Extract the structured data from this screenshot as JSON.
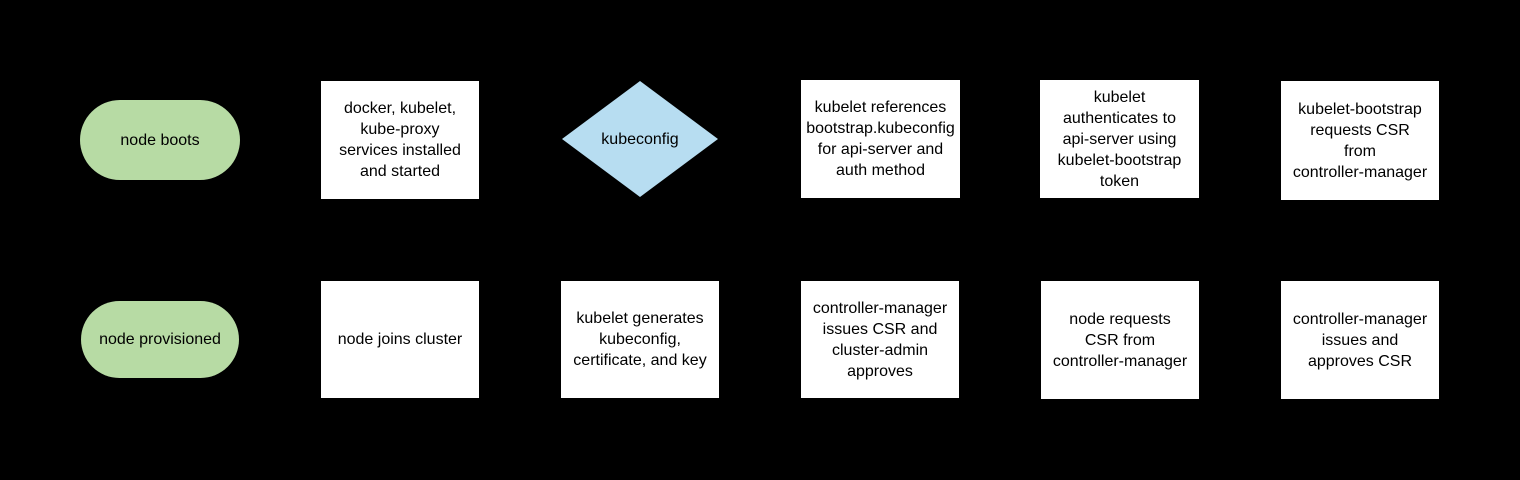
{
  "diagram": {
    "type": "flowchart",
    "colors": {
      "background": "#000000",
      "process_fill": "#ffffff",
      "terminator_fill": "#b7dba4",
      "decision_fill": "#b7ddf1",
      "text": "#000000"
    },
    "rows": [
      {
        "nodes": [
          {
            "shape": "terminator",
            "label": "node boots"
          },
          {
            "shape": "process",
            "label": "docker, kubelet,\nkube-proxy\nservices installed\nand started"
          },
          {
            "shape": "decision",
            "label": "kubeconfig"
          },
          {
            "shape": "process",
            "label": "kubelet references\nbootstrap.kubeconfig\nfor api-server and\nauth method"
          },
          {
            "shape": "process",
            "label": "kubelet\nauthenticates to\napi-server using\nkubelet-bootstrap\ntoken"
          },
          {
            "shape": "process",
            "label": "kubelet-bootstrap\nrequests CSR\nfrom\ncontroller-manager"
          }
        ]
      },
      {
        "nodes": [
          {
            "shape": "terminator",
            "label": "node provisioned"
          },
          {
            "shape": "process",
            "label": "node joins cluster"
          },
          {
            "shape": "process",
            "label": "kubelet generates\nkubeconfig,\ncertificate, and key"
          },
          {
            "shape": "process",
            "label": "controller-manager\nissues CSR and\ncluster-admin\napproves"
          },
          {
            "shape": "process",
            "label": "node requests\nCSR from\ncontroller-manager"
          },
          {
            "shape": "process",
            "label": "controller-manager\nissues and\napproves CSR"
          }
        ]
      }
    ]
  }
}
